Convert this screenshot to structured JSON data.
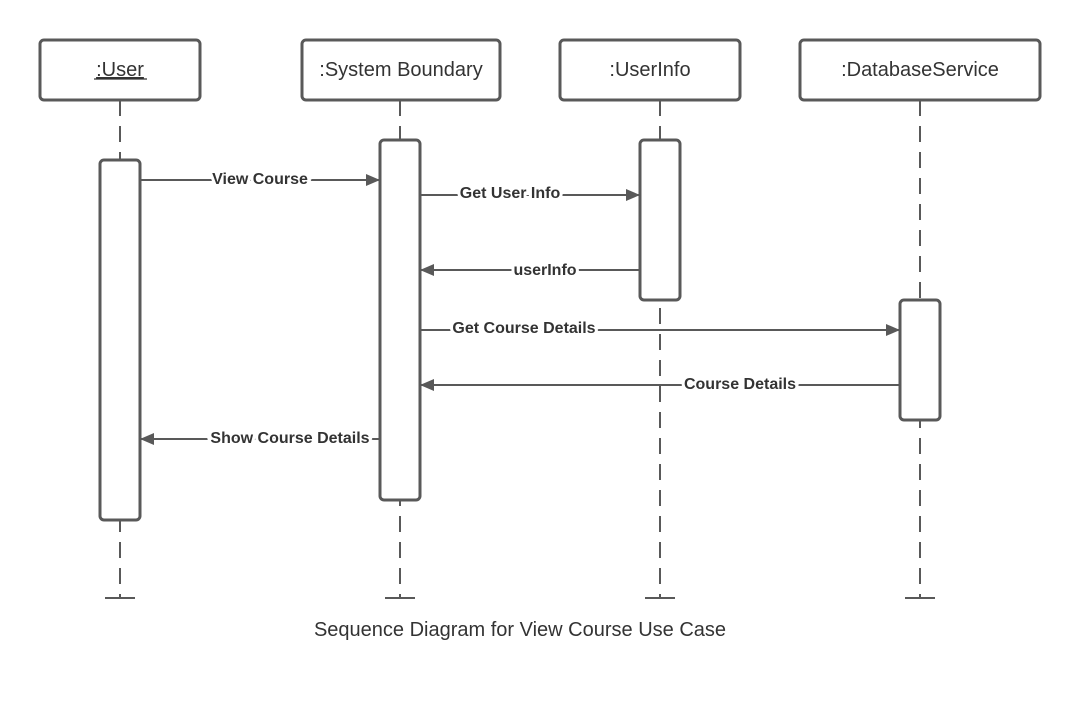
{
  "diagram": {
    "caption": "Sequence Diagram for View Course Use Case",
    "stroke_color": "#595959",
    "text_color": "#333333",
    "participants": [
      {
        "id": "user",
        "label": ":User",
        "underlined": true
      },
      {
        "id": "system",
        "label": ":System Boundary",
        "underlined": false
      },
      {
        "id": "userinfo",
        "label": ":UserInfo",
        "underlined": false
      },
      {
        "id": "db",
        "label": ":DatabaseService",
        "underlined": false
      }
    ],
    "messages": [
      {
        "from": "user",
        "to": "system",
        "label": "View Course",
        "type": "call"
      },
      {
        "from": "system",
        "to": "userinfo",
        "label": "Get User Info",
        "type": "call"
      },
      {
        "from": "userinfo",
        "to": "system",
        "label": "userInfo",
        "type": "return"
      },
      {
        "from": "system",
        "to": "db",
        "label": "Get Course Details",
        "type": "call"
      },
      {
        "from": "db",
        "to": "system",
        "label": "Course Details",
        "type": "return"
      },
      {
        "from": "system",
        "to": "user",
        "label": "Show Course Details",
        "type": "return"
      }
    ]
  }
}
